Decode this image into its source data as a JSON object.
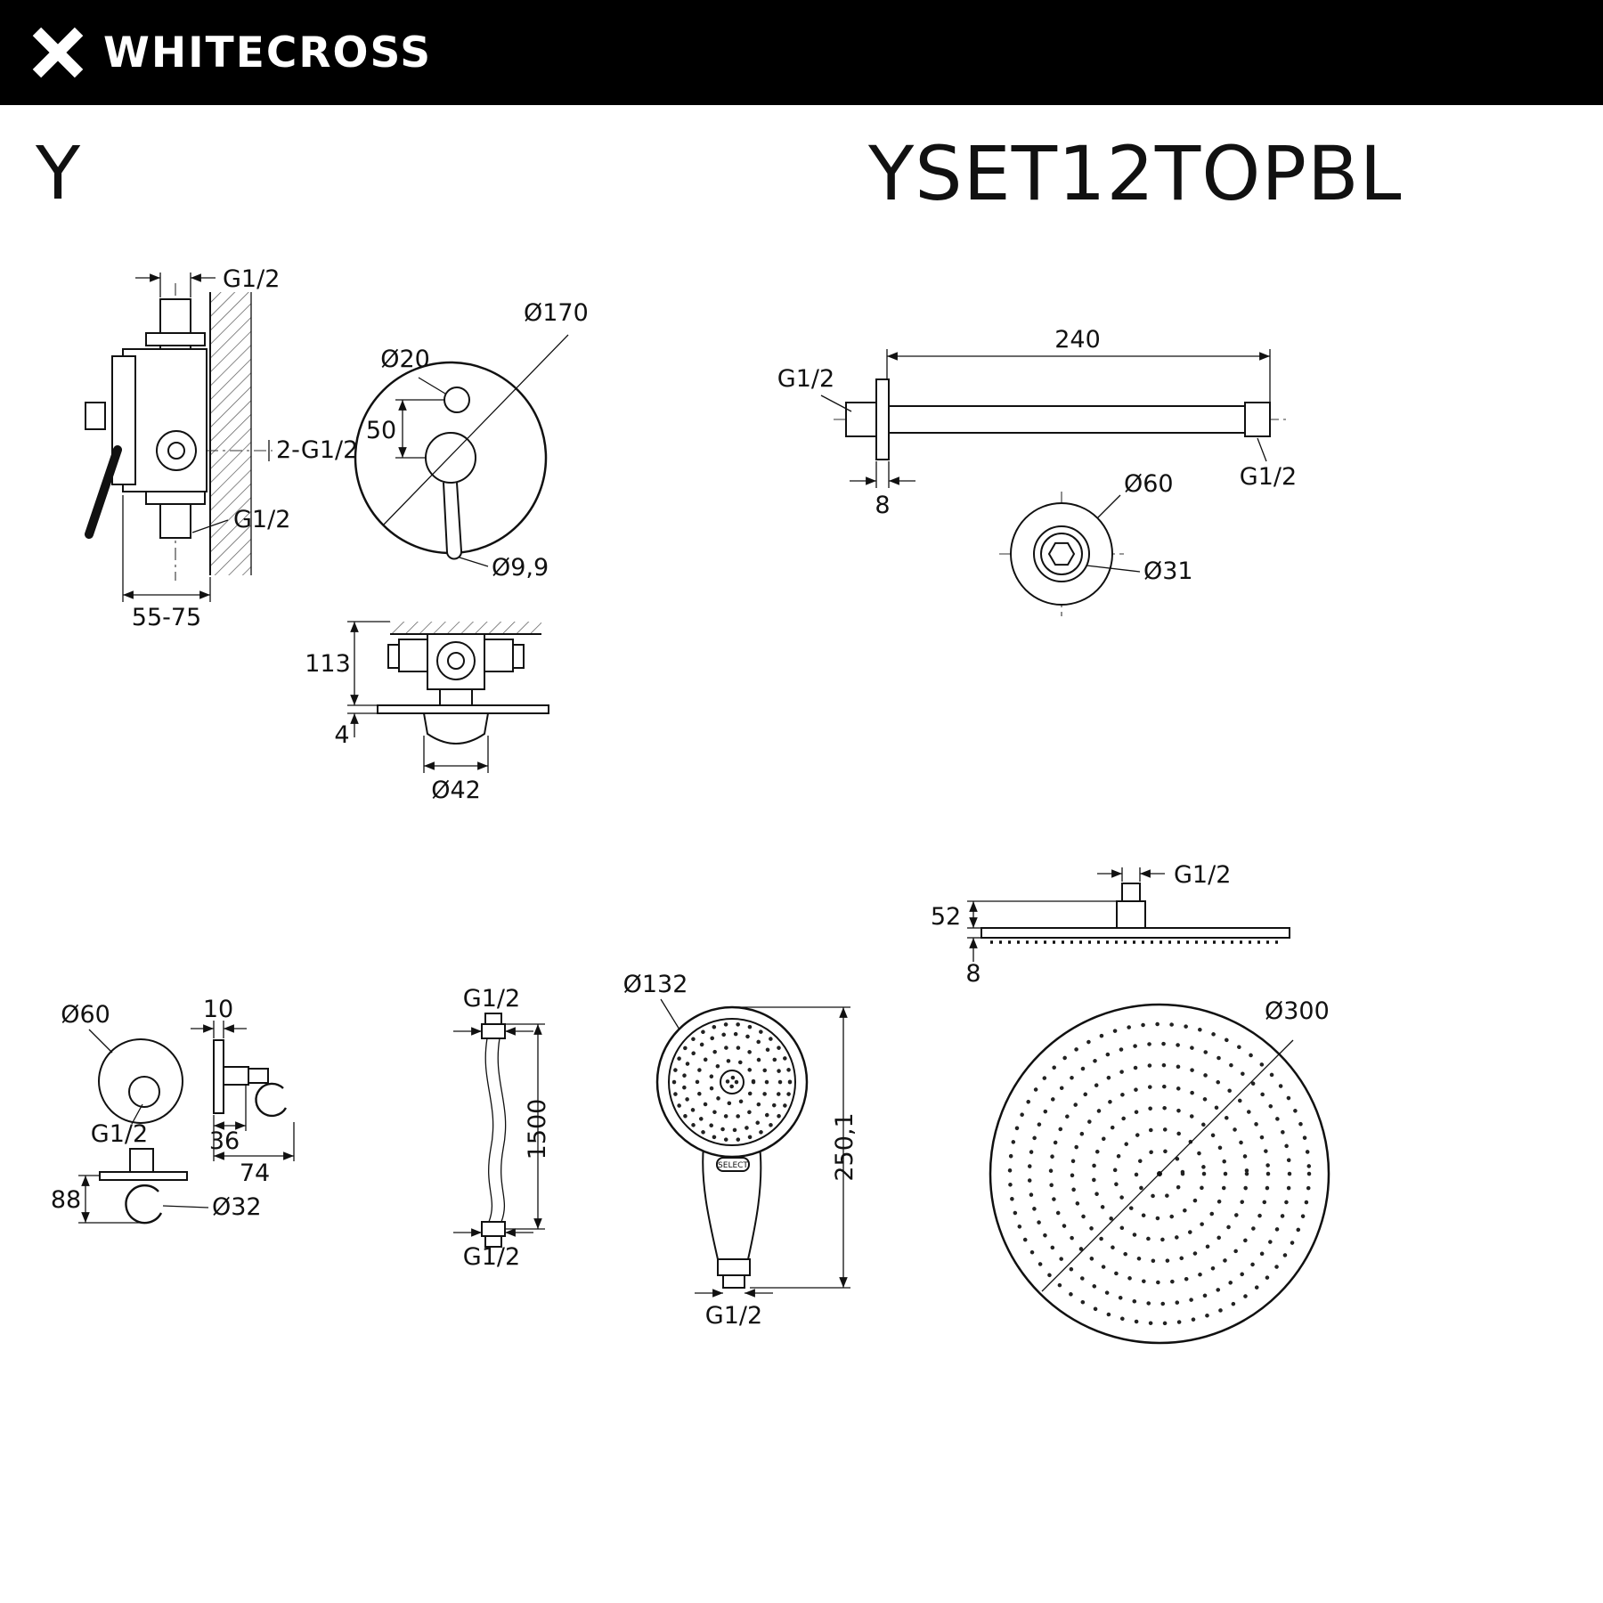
{
  "brand": {
    "name": "WHITECROSS"
  },
  "product": {
    "series": "Y",
    "model": "YSET12TOPBL"
  },
  "mixer_side": {
    "thread_top": "G1/2",
    "thread_mid": "2-G1/2",
    "thread_bottom": "G1/2",
    "depth_range": "55-75"
  },
  "mixer_front": {
    "plate_dia": "Ø170",
    "pin_dia": "Ø20",
    "spacing": "50",
    "handle_dia": "Ø9,9"
  },
  "mixer_section": {
    "depth": "113",
    "plate_thickness": "4",
    "escutcheon_dia": "Ø42"
  },
  "shower_arm": {
    "thread_wall": "G1/2",
    "length": "240",
    "flange_thickness": "8",
    "thread_end": "G1/2",
    "flange_dia": "Ø60",
    "inner_dia": "Ø31"
  },
  "head_side": {
    "thread": "G1/2",
    "connector_height": "52",
    "plate_thickness": "8"
  },
  "head_front": {
    "dia": "Ø300"
  },
  "wall_outlet": {
    "flange_dia": "Ø60",
    "thread": "G1/2",
    "plate_thickness": "10",
    "depth_inner": "36",
    "depth_total": "74",
    "height": "88",
    "hook_dia": "Ø32"
  },
  "hose": {
    "thread_top": "G1/2",
    "length": "1500",
    "thread_bottom": "G1/2"
  },
  "hand_shower": {
    "head_dia": "Ø132",
    "length": "250,1",
    "thread": "G1/2",
    "button": "SELECT"
  }
}
